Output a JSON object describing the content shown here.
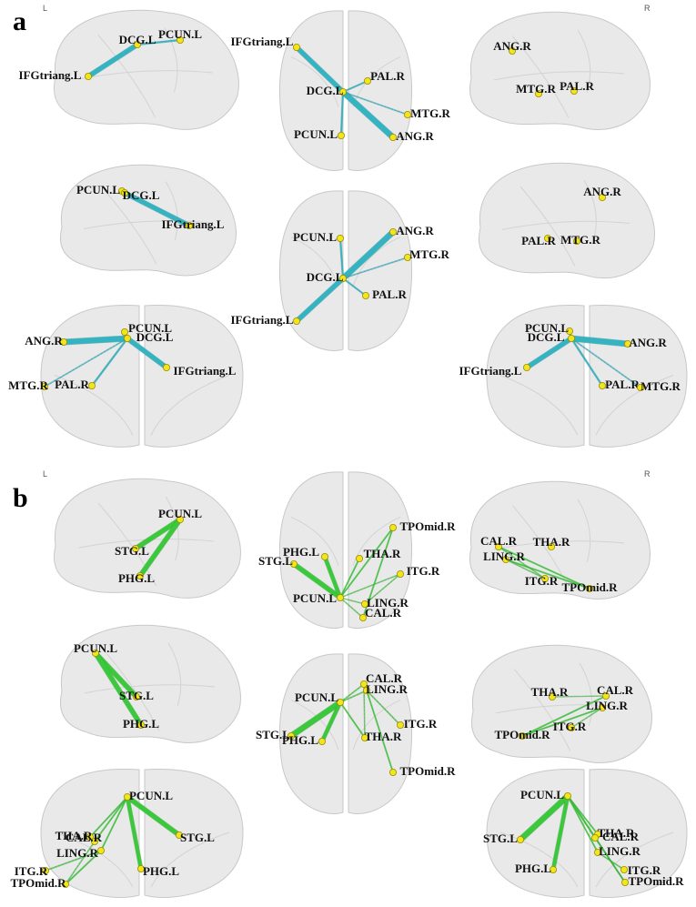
{
  "panel_letters": {
    "a": "a",
    "b": "b"
  },
  "side_labels": {
    "left": "L",
    "right": "R"
  },
  "colors": {
    "panel_a_edge": "#35b3c0",
    "panel_a_edge_dark": "#2a8d97",
    "panel_b_edge": "#3cc83c",
    "panel_b_edge_dark": "#2a9a2a",
    "node": "#f2e51d"
  },
  "panel_a": {
    "views": [
      {
        "name": "a-left-lateral",
        "nodes": [
          {
            "id": "IFGtriang.L",
            "label": "IFGtriang.L"
          },
          {
            "id": "DCG.L",
            "label": "DCG.L"
          },
          {
            "id": "PCUN.L",
            "label": "PCUN.L"
          }
        ]
      },
      {
        "name": "a-top",
        "nodes": [
          {
            "id": "IFGtriang.L",
            "label": "IFGtriang.L"
          },
          {
            "id": "PAL.R",
            "label": "PAL.R"
          },
          {
            "id": "DCG.L",
            "label": "DCG.L"
          },
          {
            "id": "MTG.R",
            "label": "MTG.R"
          },
          {
            "id": "PCUN.L",
            "label": "PCUN.L"
          },
          {
            "id": "ANG.R",
            "label": "ANG.R"
          }
        ]
      },
      {
        "name": "a-right-lateral",
        "nodes": [
          {
            "id": "ANG.R",
            "label": "ANG.R"
          },
          {
            "id": "MTG.R",
            "label": "MTG.R"
          },
          {
            "id": "PAL.R",
            "label": "PAL.R"
          }
        ]
      },
      {
        "name": "a-left-medial",
        "nodes": [
          {
            "id": "PCUN.L",
            "label": "PCUN.L"
          },
          {
            "id": "DCG.L",
            "label": "DCG.L"
          },
          {
            "id": "IFGtriang.L",
            "label": "IFGtriang.L"
          }
        ]
      },
      {
        "name": "a-bottom",
        "nodes": [
          {
            "id": "PCUN.L",
            "label": "PCUN.L"
          },
          {
            "id": "ANG.R",
            "label": "ANG.R"
          },
          {
            "id": "MTG.R",
            "label": "MTG.R"
          },
          {
            "id": "DCG.L",
            "label": "DCG.L"
          },
          {
            "id": "PAL.R",
            "label": "PAL.R"
          },
          {
            "id": "IFGtriang.L",
            "label": "IFGtriang.L"
          }
        ]
      },
      {
        "name": "a-right-medial",
        "nodes": [
          {
            "id": "ANG.R",
            "label": "ANG.R"
          },
          {
            "id": "PAL.R",
            "label": "PAL.R"
          },
          {
            "id": "MTG.R",
            "label": "MTG.R"
          }
        ]
      },
      {
        "name": "a-front",
        "nodes": [
          {
            "id": "ANG.R",
            "label": "ANG.R"
          },
          {
            "id": "PCUN.L",
            "label": "PCUN.L"
          },
          {
            "id": "DCG.L",
            "label": "DCG.L"
          },
          {
            "id": "IFGtriang.L",
            "label": "IFGtriang.L"
          },
          {
            "id": "MTG.R",
            "label": "MTG.R"
          },
          {
            "id": "PAL.R",
            "label": "PAL.R"
          }
        ]
      },
      {
        "name": "a-back",
        "nodes": [
          {
            "id": "PCUN.L",
            "label": "PCUN.L"
          },
          {
            "id": "DCG.L",
            "label": "DCG.L"
          },
          {
            "id": "ANG.R",
            "label": "ANG.R"
          },
          {
            "id": "IFGtriang.L",
            "label": "IFGtriang.L"
          },
          {
            "id": "PAL.R",
            "label": "PAL.R"
          },
          {
            "id": "MTG.R",
            "label": "MTG.R"
          }
        ]
      }
    ]
  },
  "panel_b": {
    "views": [
      {
        "name": "b-left-lateral",
        "nodes": [
          {
            "id": "PCUN.L",
            "label": "PCUN.L"
          },
          {
            "id": "STG.L",
            "label": "STG.L"
          },
          {
            "id": "PHG.L",
            "label": "PHG.L"
          }
        ]
      },
      {
        "name": "b-top",
        "nodes": [
          {
            "id": "TPOmid.R",
            "label": "TPOmid.R"
          },
          {
            "id": "STG.L",
            "label": "STG.L"
          },
          {
            "id": "PHG.L",
            "label": "PHG.L"
          },
          {
            "id": "THA.R",
            "label": "THA.R"
          },
          {
            "id": "ITG.R",
            "label": "ITG.R"
          },
          {
            "id": "PCUN.L",
            "label": "PCUN.L"
          },
          {
            "id": "LING.R",
            "label": "LING.R"
          },
          {
            "id": "CAL.R",
            "label": "CAL.R"
          }
        ]
      },
      {
        "name": "b-right-lateral",
        "nodes": [
          {
            "id": "CAL.R",
            "label": "CAL.R"
          },
          {
            "id": "THA.R",
            "label": "THA.R"
          },
          {
            "id": "LING.R",
            "label": "LING.R"
          },
          {
            "id": "ITG.R",
            "label": "ITG.R"
          },
          {
            "id": "TPOmid.R",
            "label": "TPOmid.R"
          }
        ]
      },
      {
        "name": "b-left-medial",
        "nodes": [
          {
            "id": "PCUN.L",
            "label": "PCUN.L"
          },
          {
            "id": "STG.L",
            "label": "STG.L"
          },
          {
            "id": "PHG.L",
            "label": "PHG.L"
          }
        ]
      },
      {
        "name": "b-bottom",
        "nodes": [
          {
            "id": "CAL.R",
            "label": "CAL.R"
          },
          {
            "id": "LING.R",
            "label": "LING.R"
          },
          {
            "id": "PCUN.L",
            "label": "PCUN.L"
          },
          {
            "id": "STG.L",
            "label": "STG.L"
          },
          {
            "id": "PHG.L",
            "label": "PHG.L"
          },
          {
            "id": "ITG.R",
            "label": "ITG.R"
          },
          {
            "id": "THA.R",
            "label": "THA.R"
          },
          {
            "id": "TPOmid.R",
            "label": "TPOmid.R"
          }
        ]
      },
      {
        "name": "b-right-medial",
        "nodes": [
          {
            "id": "THA.R",
            "label": "THA.R"
          },
          {
            "id": "CAL.R",
            "label": "CAL.R"
          },
          {
            "id": "LING.R",
            "label": "LING.R"
          },
          {
            "id": "ITG.R",
            "label": "ITG.R"
          },
          {
            "id": "TPOmid.R",
            "label": "TPOmid.R"
          }
        ]
      },
      {
        "name": "b-front",
        "nodes": [
          {
            "id": "PCUN.L",
            "label": "PCUN.L"
          },
          {
            "id": "THA.R",
            "label": "THA.R"
          },
          {
            "id": "CAL.R",
            "label": "CAL.R"
          },
          {
            "id": "STG.L",
            "label": "STG.L"
          },
          {
            "id": "LING.R",
            "label": "LING.R"
          },
          {
            "id": "PHG.L",
            "label": "PHG.L"
          },
          {
            "id": "ITG.R",
            "label": "ITG.R"
          },
          {
            "id": "TPOmid.R",
            "label": "TPOmid.R"
          }
        ]
      },
      {
        "name": "b-back",
        "nodes": [
          {
            "id": "PCUN.L",
            "label": "PCUN.L"
          },
          {
            "id": "STG.L",
            "label": "STG.L"
          },
          {
            "id": "THA.R",
            "label": "THA.R"
          },
          {
            "id": "CAL.R",
            "label": "CAL.R"
          },
          {
            "id": "LING.R",
            "label": "LING.R"
          },
          {
            "id": "PHG.L",
            "label": "PHG.L"
          },
          {
            "id": "ITG.R",
            "label": "ITG.R"
          },
          {
            "id": "TPOmid.R",
            "label": "TPOmid.R"
          }
        ]
      }
    ]
  }
}
